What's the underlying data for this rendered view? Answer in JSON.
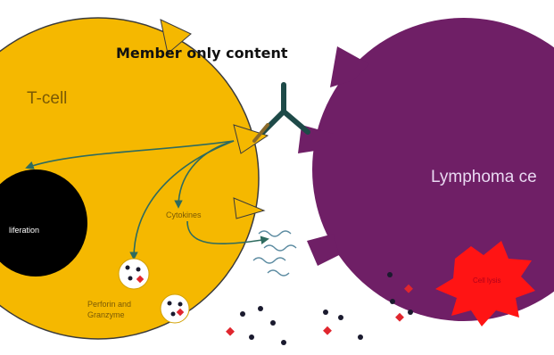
{
  "banner": "Member only content",
  "labels": {
    "tcell": "T-cell",
    "lymphoma": "Lymphoma ce",
    "proliferation": "liferation",
    "cytokines": "Cytokines",
    "perforin": "Perforin and Granzyme",
    "lysis": "Cell lysis"
  },
  "colors": {
    "tcell": "#f5b800",
    "lymphoma": "#6f1f66",
    "antibody": "#1e4a48",
    "granzyme": "#e0262e",
    "lysis": "#ff1414"
  }
}
